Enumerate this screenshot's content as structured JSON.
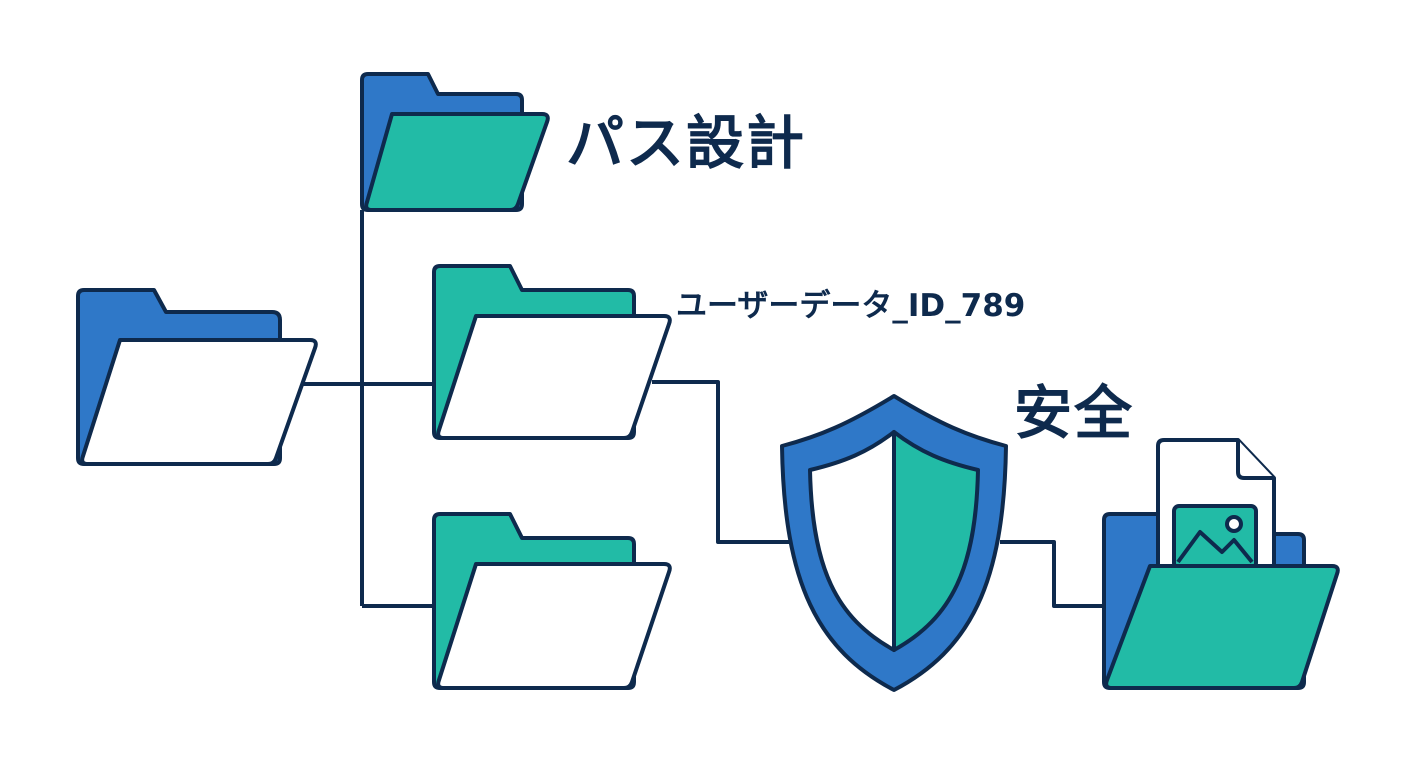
{
  "labels": {
    "path_design": "パス設計",
    "user_data": "ユーザーデータ_ID_789",
    "security": "安全"
  },
  "colors": {
    "outline": "#0e2a4d",
    "blue": "#2f78c8",
    "teal": "#22bba6",
    "white": "#ffffff"
  },
  "icons": [
    "root-folder-icon",
    "path-design-folder-icon",
    "user-data-folder-icon",
    "subfolder-icon",
    "shield-icon",
    "secure-folder-icon",
    "image-file-icon"
  ]
}
